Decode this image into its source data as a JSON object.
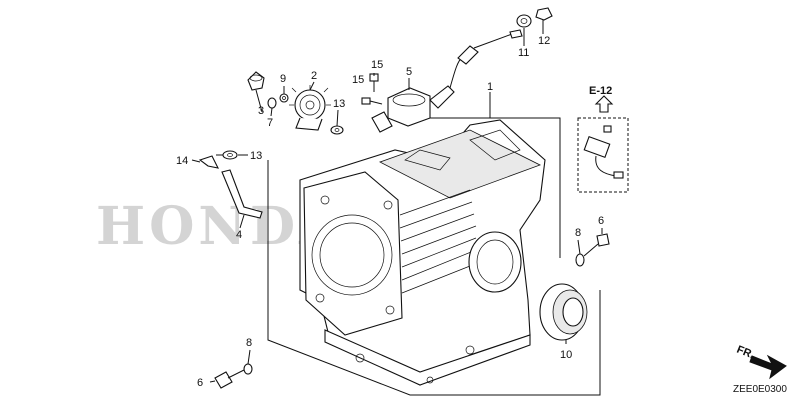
{
  "watermark": "HONDA",
  "diagram_code": "ZEE0E0300",
  "reference": {
    "label": "E-12"
  },
  "direction": {
    "label": "FR."
  },
  "callouts": {
    "c1": "1",
    "c2": "2",
    "c3": "3",
    "c4": "4",
    "c5": "5",
    "c6a": "6",
    "c6b": "6",
    "c7": "7",
    "c8a": "8",
    "c8b": "8",
    "c9": "9",
    "c10": "10",
    "c11": "11",
    "c12": "12",
    "c13a": "13",
    "c13b": "13",
    "c14": "14",
    "c15a": "15",
    "c15b": "15"
  }
}
